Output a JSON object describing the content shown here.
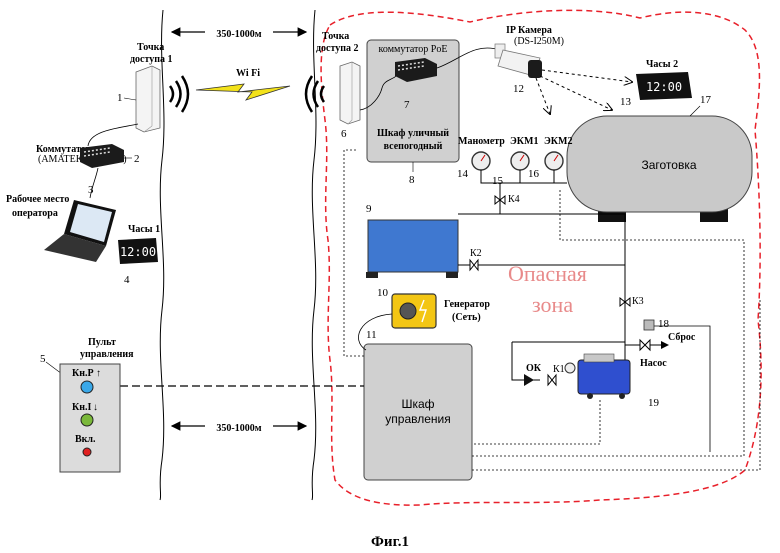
{
  "labels": {
    "ap1": [
      "Точка",
      "доступа 1"
    ],
    "ap2": [
      "Точка",
      "доступа 2"
    ],
    "distance_top": "350-1000м",
    "distance_bottom": "350-1000м",
    "wifi": "Wi Fi",
    "switch_poe": "коммутатор PoE",
    "cabinet_outdoor": [
      "Шкаф уличный",
      "всепогодный"
    ],
    "ip_camera": "IP Камера",
    "camera_model": "(DS-I250M)",
    "clock2": "Часы 2",
    "clock1": "Часы 1",
    "clock_digits": "12:00",
    "switch": "Коммутатор",
    "switch_model": "(AMATEK AS-SC35)",
    "workstation": [
      "Рабочее место",
      "оператора"
    ],
    "manometer": "Манометр",
    "ekm1": "ЭКМ1",
    "ekm2": "ЭКМ2",
    "blank": "Заготовка",
    "danger_zone": [
      "Опасная",
      "зона"
    ],
    "generator": [
      "Генератор",
      "(Сеть)"
    ],
    "control_cabinet": [
      "Шкаф",
      "управления"
    ],
    "control_panel": [
      "Пульт",
      "управления"
    ],
    "btn_up": "Кн.Р",
    "btn_down": "Кн.I",
    "power": "Вкл.",
    "pump": "Насос",
    "discharge": "Сброс",
    "ok": "ОК",
    "k1": "К1",
    "k2": "К2",
    "k3": "К3",
    "k4": "К4",
    "figure_caption": "Фиг.1"
  },
  "numbers": [
    "1",
    "2",
    "3",
    "4",
    "5",
    "6",
    "7",
    "8",
    "9",
    "10",
    "11",
    "12",
    "13",
    "14",
    "15",
    "16",
    "17",
    "18",
    "19"
  ],
  "colors": {
    "danger_border": "#e8202a",
    "danger_text": "#e88a8a",
    "container_blue": "#3f78d0",
    "generator_yellow": "#f3c614",
    "pump_blue": "#2f4fcf",
    "cabinet_gray": "#d0d0d0",
    "wifi_bolt": "#f3e21a",
    "button_blue": "#3aa8e8",
    "button_green": "#7ab83a",
    "power_red": "#e02020"
  },
  "icons": [
    "access-point-icon",
    "network-switch-icon",
    "laptop-icon",
    "digital-clock-icon",
    "ip-camera-icon",
    "pressure-gauge-icon",
    "valve-icon",
    "generator-icon",
    "pump-icon",
    "lightning-icon",
    "radio-waves-icon"
  ]
}
